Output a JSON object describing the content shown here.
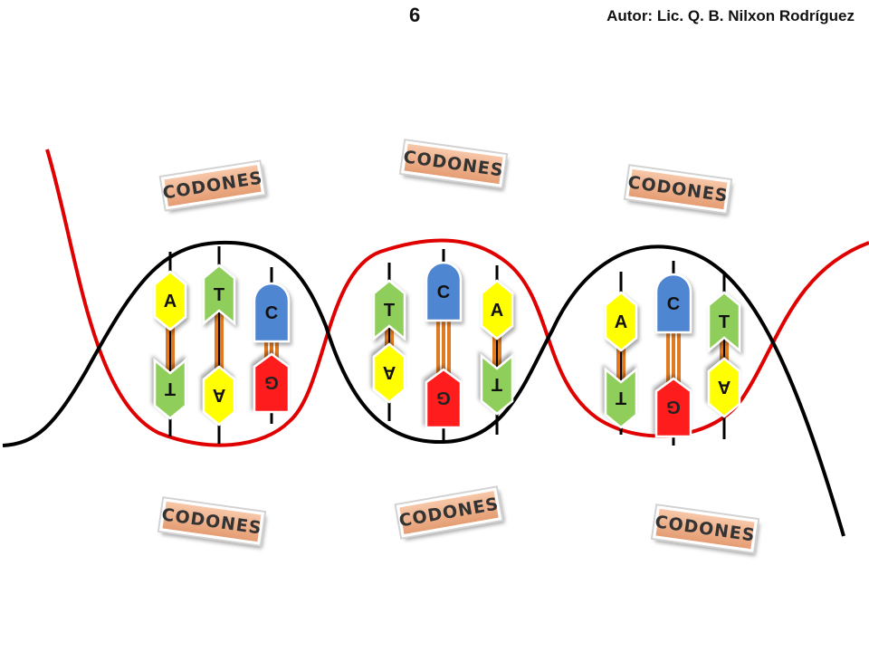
{
  "header": {
    "page_number": "6",
    "author": "Autor: Lic. Q. B.  Nilxon Rodríguez"
  },
  "codon_label": "CODONES",
  "nucleotide_colors": {
    "A": "#ffff00",
    "T": "#8fce5a",
    "C": "#4f86d1",
    "G": "#ff1a1a"
  },
  "strand_colors": {
    "strand_1": "#e00000",
    "strand_2": "#000000"
  },
  "base_pairs": [
    {
      "top": "A",
      "bottom": "T"
    },
    {
      "top": "T",
      "bottom": "A"
    },
    {
      "top": "C",
      "bottom": "G"
    },
    {
      "top": "T",
      "bottom": "A"
    },
    {
      "top": "C",
      "bottom": "G"
    },
    {
      "top": "A",
      "bottom": "T"
    },
    {
      "top": "A",
      "bottom": "T"
    },
    {
      "top": "C",
      "bottom": "G"
    },
    {
      "top": "T",
      "bottom": "A"
    }
  ]
}
